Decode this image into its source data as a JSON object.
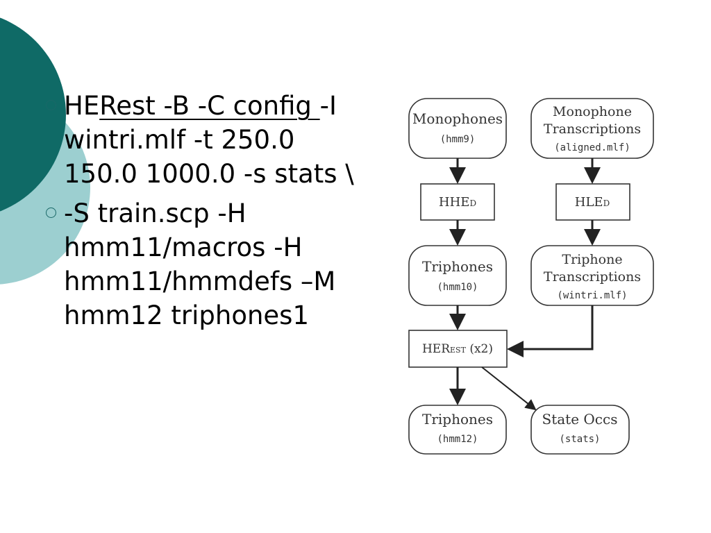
{
  "bullets": [
    {
      "plain": "HE",
      "underlined": "Rest -B -C config ",
      "rest": "-I wintri.mlf -t 250.0 150.0 1000.0 -s stats \\"
    },
    {
      "text": "-S train.scp -H hmm11/macros -H hmm11/hmmdefs –M hmm12 triphones1"
    }
  ],
  "diagram": {
    "monophones": {
      "title": "Monophones",
      "file": "(hmm9)"
    },
    "monophone_trans": {
      "line1": "Monophone",
      "line2": "Transcriptions",
      "file": "(aligned.mlf)"
    },
    "hhed": {
      "main": "HHE",
      "small": "D"
    },
    "hled": {
      "main": "HLE",
      "small": "D"
    },
    "triphones1": {
      "title": "Triphones",
      "file": "(hmm10)"
    },
    "triphone_trans": {
      "line1": "Triphone",
      "line2": "Transcriptions",
      "file": "(wintri.mlf)"
    },
    "herest": {
      "main": "HER",
      "small": "EST",
      "suffix": " (x2)"
    },
    "triphones2": {
      "title": "Triphones",
      "file": "(hmm12)"
    },
    "state_occs": {
      "title": "State Occs",
      "file": "(stats)"
    }
  },
  "colors": {
    "teal_dark": "#0f6a66",
    "teal_light": "#9ccfd0",
    "bullet": "#1a6868"
  }
}
